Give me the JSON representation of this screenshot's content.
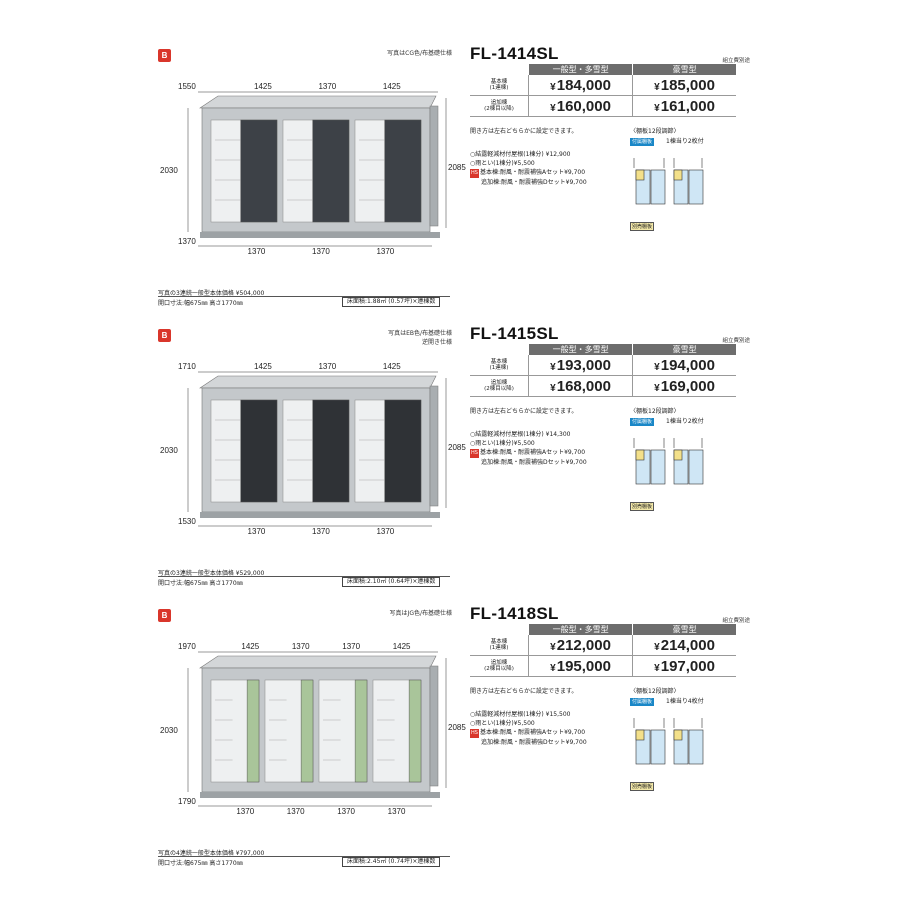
{
  "sections": [
    {
      "photo_caption": "写真はCG色/布基礎仕様",
      "model": "FL-1414SL",
      "assembly": "組立費別途",
      "headers": [
        "一般型・多雪型",
        "豪雪型"
      ],
      "rows": [
        {
          "label_line1": "基本棟",
          "label_line2": "(1連棟)",
          "general": "184,000",
          "heavy": "185,000"
        },
        {
          "label_line1": "追加棟",
          "label_line2": "(2棟目以降)",
          "general": "160,000",
          "heavy": "161,000"
        }
      ],
      "opening_note": "開き方は左右どちらかに設定できます。",
      "shelf_note": "〈棚板12段調節〉",
      "shelf_tag": "付属棚板",
      "shelf_count": "1棟当り2枚付",
      "optional_tag": "別売棚板",
      "options": [
        "○結露軽減材付屋根(1棟分) ¥12,900",
        "○雨とい(1棟分)¥5,500",
        "基本棟:耐風・耐震補強Aセット¥9,700",
        "追加棟:耐風・耐震補強Dセット¥9,700"
      ],
      "hs_label": "HS",
      "dims": {
        "top": [
          "1550",
          "1425",
          "1370",
          "1425"
        ],
        "bottom": [
          "1370",
          "1370",
          "1370",
          "1370"
        ],
        "left": "2030",
        "right": "2085"
      },
      "total_price": "写真の3連続一般型本体価格 ¥504,000",
      "opening_size": "開口寸法:幅675㎜ 高さ1770㎜",
      "floor_area": "床面積:1.88㎡ (0.57坪)×連棟数",
      "door_color": "#3d4147",
      "doors": 3
    },
    {
      "photo_caption": "写真はEB色/布基礎仕様\n逆開き仕様",
      "model": "FL-1415SL",
      "assembly": "組立費別途",
      "headers": [
        "一般型・多雪型",
        "豪雪型"
      ],
      "rows": [
        {
          "label_line1": "基本棟",
          "label_line2": "(1連棟)",
          "general": "193,000",
          "heavy": "194,000"
        },
        {
          "label_line1": "追加棟",
          "label_line2": "(2棟目以降)",
          "general": "168,000",
          "heavy": "169,000"
        }
      ],
      "opening_note": "開き方は左右どちらかに設定できます。",
      "shelf_note": "〈棚板12段調節〉",
      "shelf_tag": "付属棚板",
      "shelf_count": "1棟当り2枚付",
      "optional_tag": "別売棚板",
      "options": [
        "○結露軽減材付屋根(1棟分) ¥14,300",
        "○雨とい(1棟分)¥5,500",
        "基本棟:耐風・耐震補強Aセット¥9,700",
        "追加棟:耐風・耐震補強Dセット¥9,700"
      ],
      "hs_label": "HS",
      "dims": {
        "top": [
          "1710",
          "1425",
          "1370",
          "1425"
        ],
        "bottom": [
          "1530",
          "1370",
          "1370",
          "1370"
        ],
        "left": "2030",
        "right": "2085"
      },
      "total_price": "写真の3連続一般型本体価格 ¥529,000",
      "opening_size": "開口寸法:幅675㎜ 高さ1770㎜",
      "floor_area": "床面積:2.10㎡ (0.64坪)×連棟数",
      "door_color": "#2f3236",
      "doors": 3
    },
    {
      "photo_caption": "写真はJG色/布基礎仕様",
      "model": "FL-1418SL",
      "assembly": "組立費別途",
      "headers": [
        "一般型・多雪型",
        "豪雪型"
      ],
      "rows": [
        {
          "label_line1": "基本棟",
          "label_line2": "(1連棟)",
          "general": "212,000",
          "heavy": "214,000"
        },
        {
          "label_line1": "追加棟",
          "label_line2": "(2棟目以降)",
          "general": "195,000",
          "heavy": "197,000"
        }
      ],
      "opening_note": "開き方は左右どちらかに設定できます。",
      "shelf_note": "〈棚板12段調節〉",
      "shelf_tag": "付属棚板",
      "shelf_count": "1棟当り4枚付",
      "optional_tag": "別売棚板",
      "options": [
        "○結露軽減材付屋根(1棟分) ¥15,500",
        "○雨とい(1棟分)¥5,500",
        "基本棟:耐風・耐震補強Aセット¥9,700",
        "追加棟:耐風・耐震補強Dセット¥9,700"
      ],
      "hs_label": "HS",
      "dims": {
        "top": [
          "1970",
          "1425",
          "1370",
          "1370",
          "1425"
        ],
        "bottom": [
          "1790",
          "1370",
          "1370",
          "1370",
          "1370"
        ],
        "left": "2030",
        "right": "2085"
      },
      "total_price": "写真の4連続一般型本体価格 ¥797,000",
      "opening_size": "開口寸法:幅675㎜ 高さ1770㎜",
      "floor_area": "床面積:2.45㎡ (0.74坪)×連棟数",
      "door_color": "#a9c59a",
      "doors": 4
    }
  ],
  "yen": "¥",
  "logo_letter": "B"
}
